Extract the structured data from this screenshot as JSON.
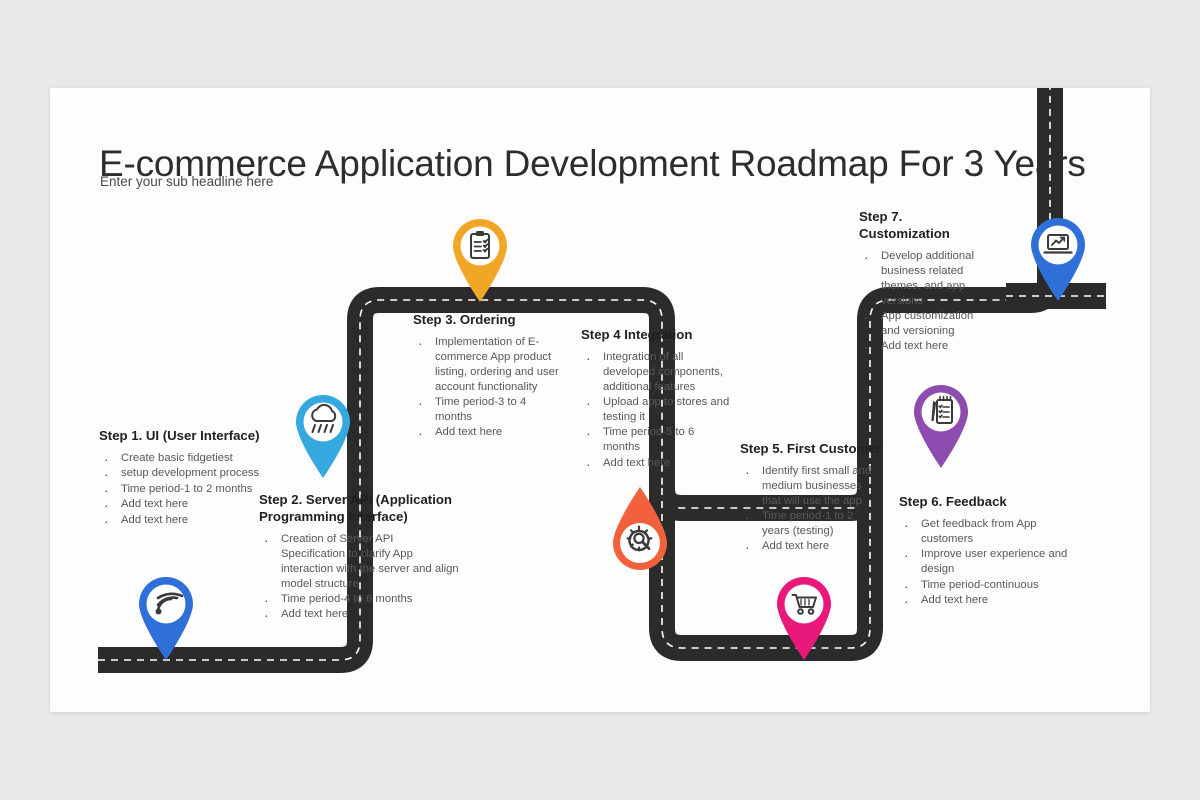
{
  "slide": {
    "title": "E-commerce Application Development Roadmap For 3 Years",
    "subtitle": "Enter your sub headline here",
    "background_color": "#fdfdfd",
    "page_background_color": "#e8e8e8",
    "road_color": "#2b2b2b"
  },
  "steps": [
    {
      "id": "step-1",
      "heading": "Step 1. UI (User Interface)",
      "bullets": [
        "Create basic fidgetiest",
        "setup development process",
        "Time period-1 to 2 months",
        "Add text here",
        "Add text here"
      ],
      "pin": {
        "icon": "wifi-signal-icon",
        "color": "#2f6fd8",
        "direction": "down"
      }
    },
    {
      "id": "step-2",
      "heading": "Step 2. Server API (Application Programming Interface)",
      "bullets": [
        "Creation of Server API Specification to clarify App interaction with the server and align model structure",
        "Time period-4 to 6 months",
        "Add text here"
      ],
      "pin": {
        "icon": "rain-cloud-icon",
        "color": "#35a8e0",
        "direction": "down"
      }
    },
    {
      "id": "step-3",
      "heading": "Step 3. Ordering",
      "bullets": [
        "Implementation of E-commerce App product listing, ordering and user account functionality",
        "Time period-3 to 4 months",
        "Add text here"
      ],
      "pin": {
        "icon": "clipboard-checklist-icon",
        "color": "#f2a626",
        "direction": "down"
      }
    },
    {
      "id": "step-4",
      "heading": "Step 4 Integration",
      "bullets": [
        "Integration of all developed components, additional features",
        "Upload app to stores and testing it",
        "Time period-5 to 6 months",
        "Add text here"
      ],
      "pin": {
        "icon": "gear-search-icon",
        "color": "#f1623c",
        "direction": "up"
      }
    },
    {
      "id": "step-5",
      "heading": "Step 5. First Customer",
      "bullets": [
        "Identify first small and medium businesses that will use the app",
        "Time period-1 to 2 years (testing)",
        "Add text here"
      ],
      "pin": {
        "icon": "shopping-cart-icon",
        "color": "#e9197b",
        "direction": "down"
      }
    },
    {
      "id": "step-6",
      "heading": "Step 6. Feedback",
      "bullets": [
        "Get feedback from App customers",
        "Improve user experience and design",
        "Time period-continuous",
        "Add text here"
      ],
      "pin": {
        "icon": "notepad-pen-icon",
        "color": "#8e4bb0",
        "direction": "down"
      }
    },
    {
      "id": "step-7",
      "heading": "Step 7. Customization",
      "bullets": [
        "Develop additional business related themes. and app versions",
        "App customization and versioning",
        "Add text here"
      ],
      "pin": {
        "icon": "laptop-growth-chart-icon",
        "color": "#2f6fd8",
        "direction": "down"
      }
    }
  ]
}
